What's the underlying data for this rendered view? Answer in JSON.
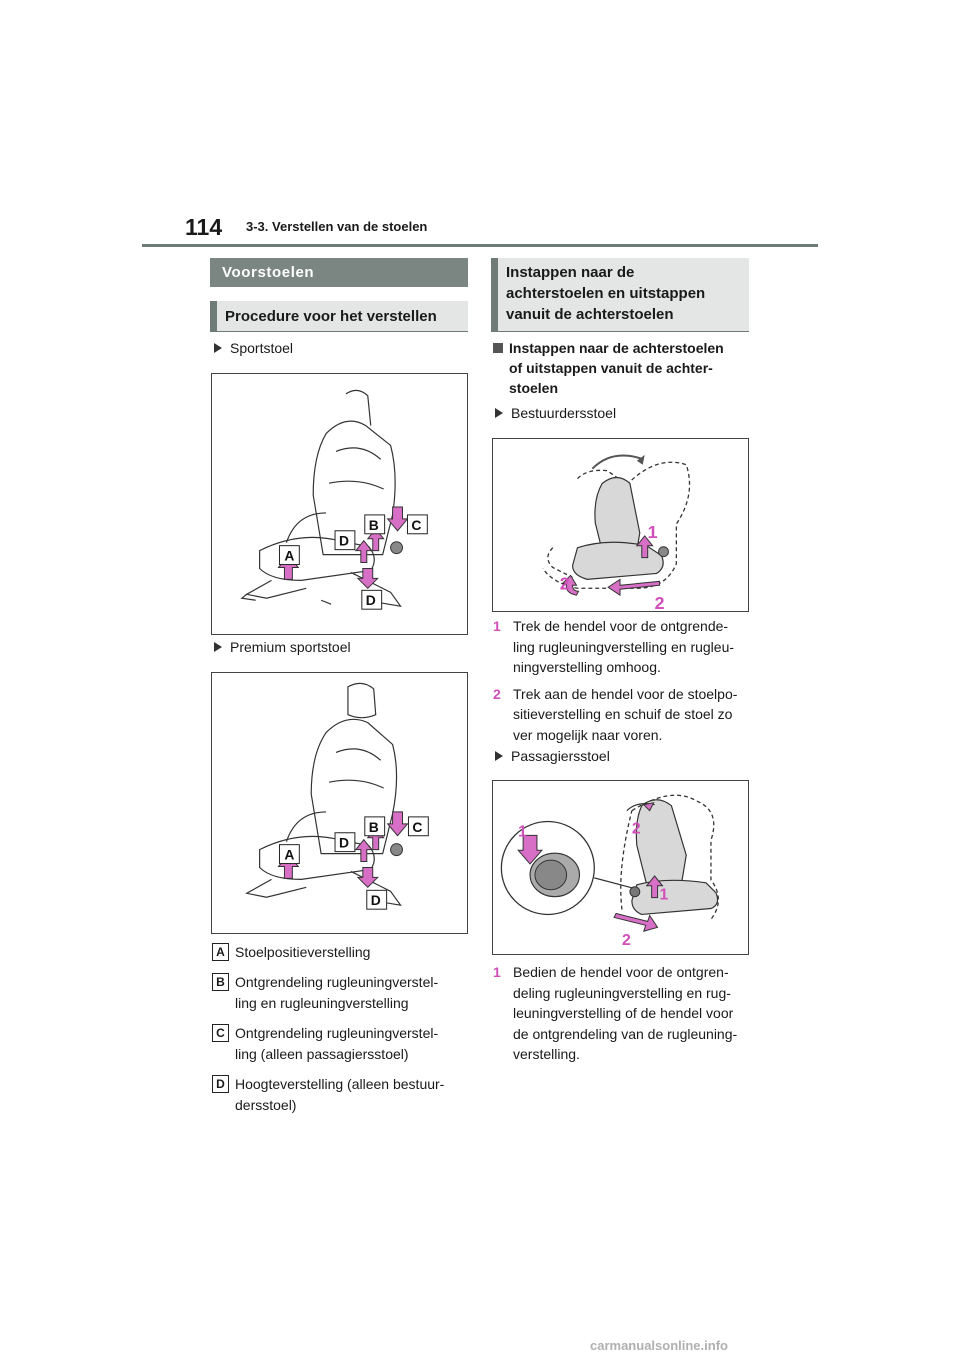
{
  "header": {
    "page_number": "114",
    "section": "3-3. Verstellen van de stoelen"
  },
  "left": {
    "main_heading": "Voorstoelen",
    "sub_heading": "Procedure voor het verstellen",
    "bullet_sport": "Sportstoel",
    "bullet_premium": "Premium sportstoel",
    "figure_labels": [
      "A",
      "B",
      "C",
      "D",
      "D"
    ],
    "legend": [
      {
        "key": "A",
        "lines": [
          "Stoelpositieverstelling"
        ]
      },
      {
        "key": "B",
        "lines": [
          "Ontgrendeling rugleuningverstel-",
          "ling en rugleuningverstelling"
        ]
      },
      {
        "key": "C",
        "lines": [
          "Ontgrendeling rugleuningverstel-",
          "ling (alleen passagiersstoel)"
        ]
      },
      {
        "key": "D",
        "lines": [
          "Hoogteverstelling (alleen bestuur-",
          "dersstoel)"
        ]
      }
    ]
  },
  "right": {
    "heading_lines": [
      "Instappen naar de",
      "achterstoelen en uitstappen",
      "vanuit de achterstoelen"
    ],
    "square_heading_lines": [
      "Instappen naar de achterstoelen",
      "of uitstappen vanuit de achter-",
      "stoelen"
    ],
    "bullet_driver": "Bestuurdersstoel",
    "driver_steps": [
      {
        "n": "1",
        "lines": [
          "Trek de hendel voor de ontgrende-",
          "ling rugleuningverstelling en rugleu-",
          "ningverstelling omhoog."
        ]
      },
      {
        "n": "2",
        "lines": [
          "Trek aan de hendel voor de stoelpo-",
          "sitieverstelling en schuif de stoel zo",
          "ver mogelijk naar voren."
        ]
      }
    ],
    "bullet_passenger": "Passagiersstoel",
    "passenger_steps": [
      {
        "n": "1",
        "lines": [
          "Bedien de hendel voor de ontgren-",
          "deling rugleuningverstelling en rug-",
          "leuningverstelling of de hendel voor",
          "de ontgrendeling van de rugleuning-",
          "verstelling."
        ]
      }
    ],
    "figure_numbers": [
      "1",
      "2"
    ]
  },
  "footer": {
    "watermark": "carmanualsonline.info"
  },
  "colors": {
    "accent_pink": "#d14fb8",
    "header_dark": "#7b8582",
    "header_light": "#e3e6e5"
  }
}
